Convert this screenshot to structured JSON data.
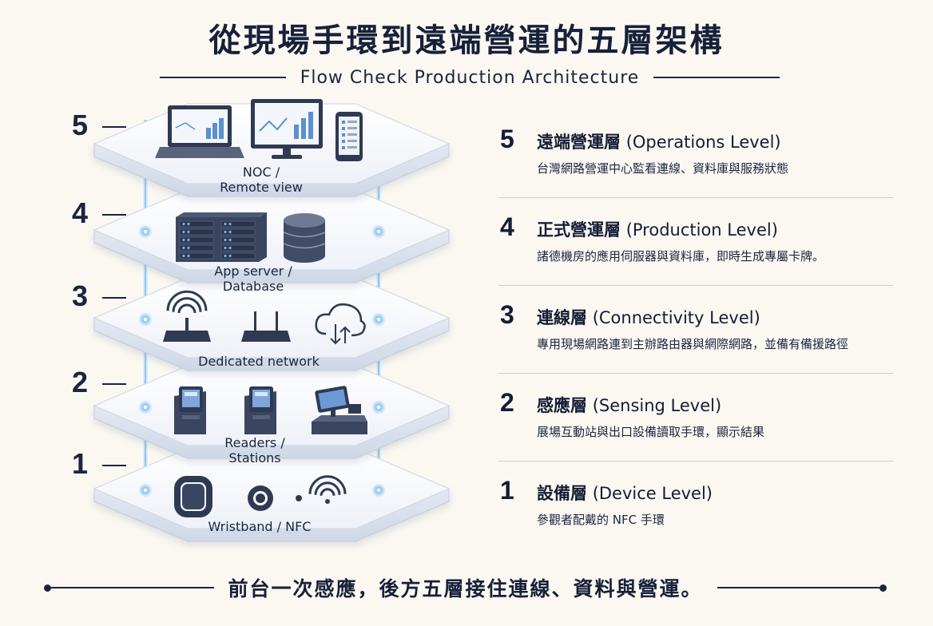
{
  "header": {
    "title": "從現場手環到遠端營運的五層架構",
    "subtitle": "Flow Check Production Architecture"
  },
  "layers": [
    {
      "num": "5",
      "label": "NOC /\nRemote view",
      "title_zh": "遠端營運層",
      "title_en": "(Operations Level)",
      "desc": "台灣網路營運中心監看連線、資料庫與服務狀態",
      "icons": [
        "laptop-icon",
        "monitor-icon",
        "phone-icon"
      ]
    },
    {
      "num": "4",
      "label": "App server /\nDatabase",
      "title_zh": "正式營運層",
      "title_en": "(Production Level)",
      "desc": "諸德機房的應用伺服器與資料庫，即時生成專屬卡牌。",
      "icons": [
        "server-rack-icon",
        "server-rack-icon",
        "database-icon"
      ]
    },
    {
      "num": "3",
      "label": "Dedicated network",
      "title_zh": "連線層",
      "title_en": "(Connectivity Level)",
      "desc": "專用現場網路連到主辦路由器與網際網路，並備有備援路徑",
      "icons": [
        "wifi-router-icon",
        "router-icon",
        "cloud-transfer-icon"
      ]
    },
    {
      "num": "2",
      "label": "Readers /\nStations",
      "title_zh": "感應層",
      "title_en": "(Sensing Level)",
      "desc": "展場互動站與出口設備讀取手環，顯示結果",
      "icons": [
        "kiosk-icon",
        "kiosk-icon",
        "pos-terminal-icon"
      ]
    },
    {
      "num": "1",
      "label": "Wristband / NFC",
      "title_zh": "設備層",
      "title_en": "(Device Level)",
      "desc": "參觀者配戴的 NFC 手環",
      "icons": [
        "wristband-icon",
        "nfc-tag-icon",
        "nfc-signal-icon"
      ]
    }
  ],
  "footer": {
    "text": "前台一次感應，後方五層接住連線、資料與營運。"
  },
  "colors": {
    "ink": "#1a2540",
    "platform_top": "#f4f6fb",
    "platform_side": "#dde3ee",
    "glow": "#8fc7f0",
    "icon_dark": "#2f3a52",
    "icon_screen": "#5b8fd0"
  }
}
